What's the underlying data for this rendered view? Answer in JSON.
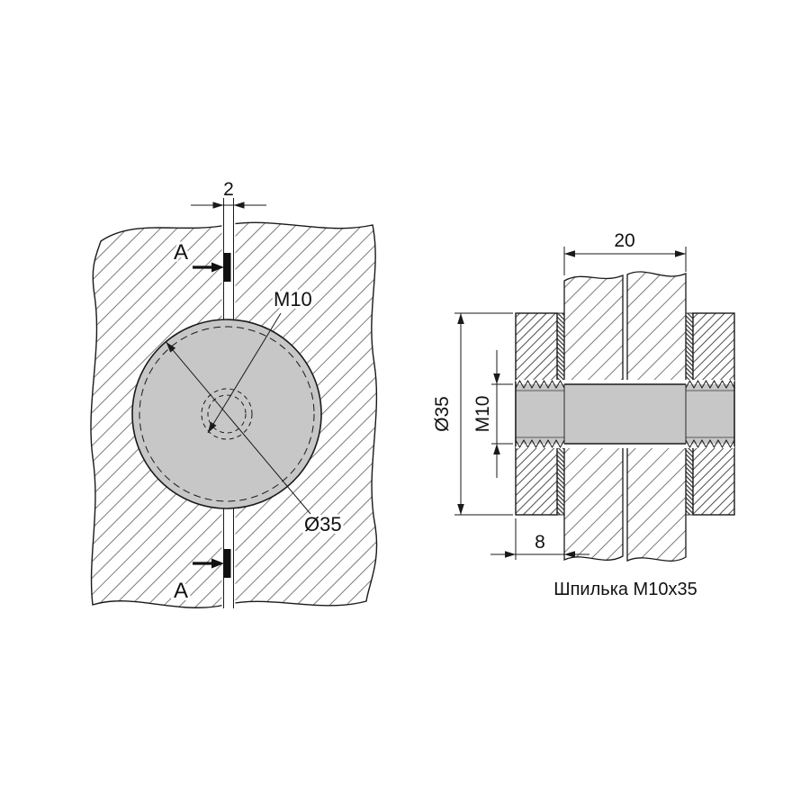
{
  "colors": {
    "line": "#1a1a1a",
    "metal_fill": "#c7c7c7",
    "background": "#ffffff"
  },
  "front_view": {
    "gap_dimension": "2",
    "section_label": "A",
    "thread_label": "M10",
    "diameter_label": "Ø35"
  },
  "side_view": {
    "glass_thickness_dimension": "20",
    "diameter_dimension": "Ø35",
    "thread_dimension": "M10",
    "disc_thickness_dimension": "8",
    "caption": "Шпилька М10х35"
  }
}
